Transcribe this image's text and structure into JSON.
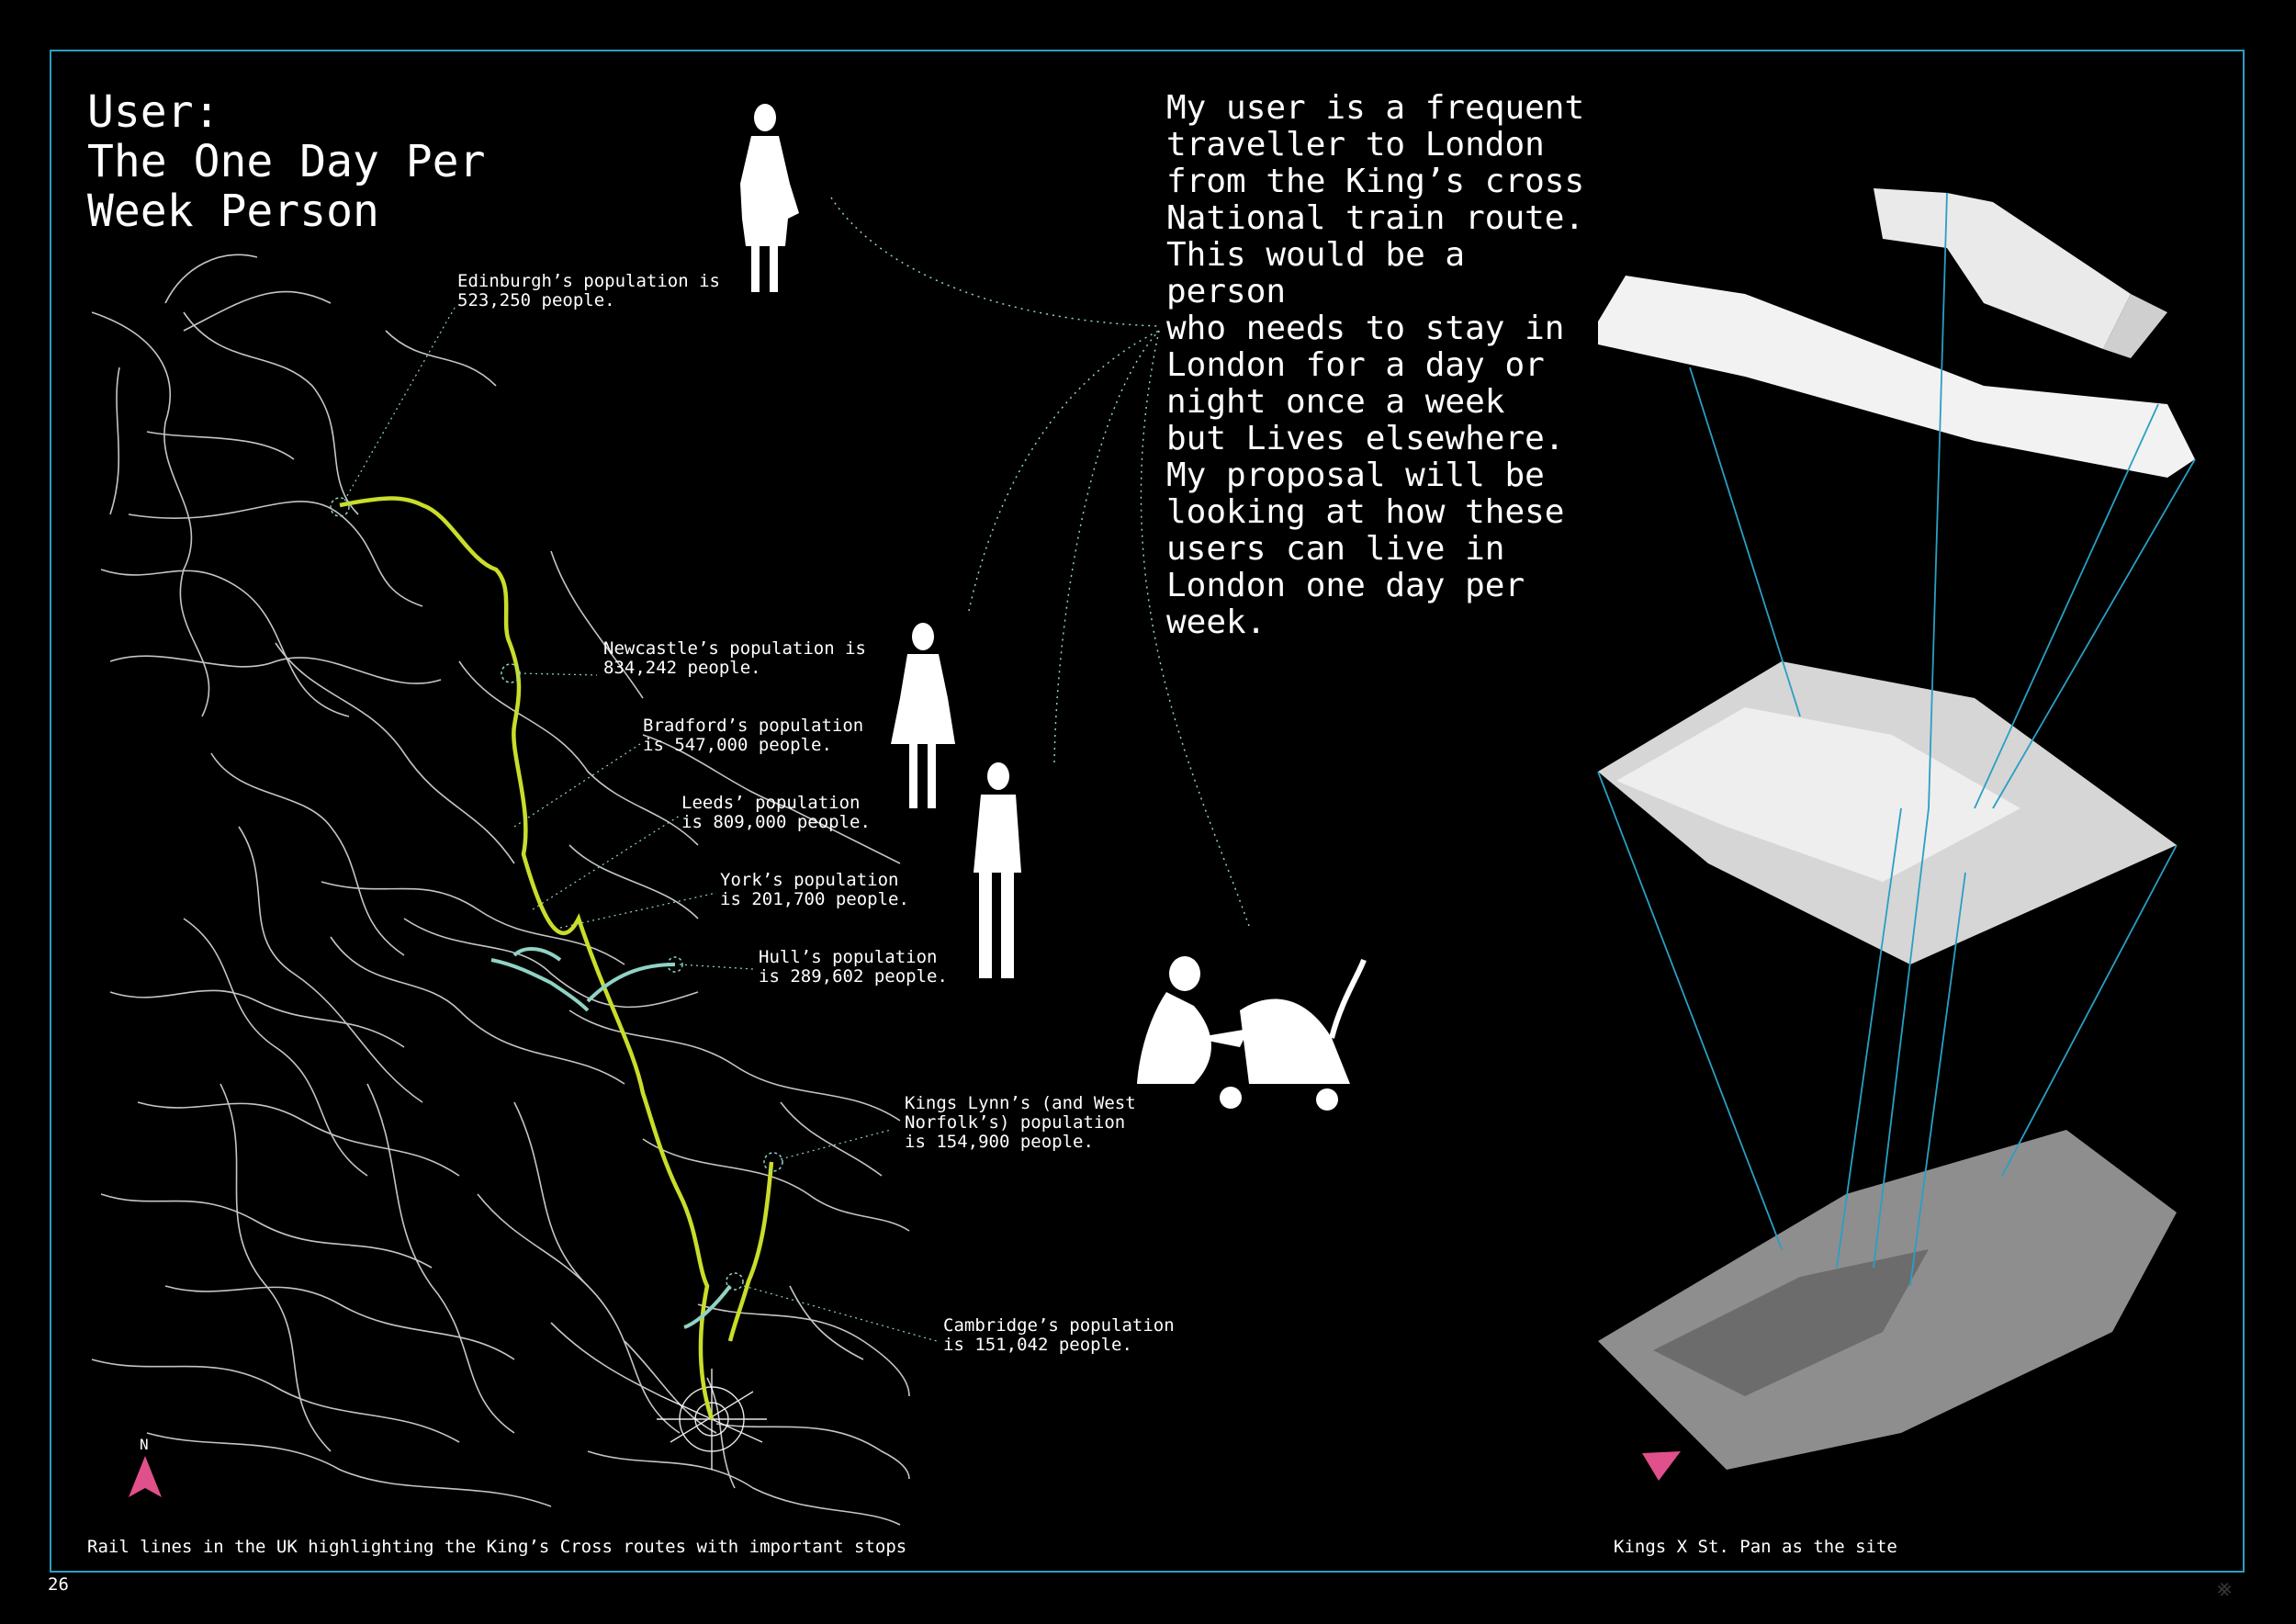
{
  "title": "User:\nThe One Day Per\nWeek Person",
  "description": "My user is a frequent\ntraveller to London\nfrom the King’s cross\nNational train route.\nThis would be a person\nwho needs to stay in\nLondon for a day or\nnight once a week\nbut Lives elsewhere.\nMy proposal will be\nlooking at how these\nusers can live in\nLondon one day per\nweek.",
  "labels": {
    "edinburgh": "Edinburgh’s population is\n523,250 people.",
    "newcastle": "Newcastle’s population is\n834,242 people.",
    "bradford": "Bradford’s population\nis 547,000 people.",
    "leeds": "Leeds’ population\nis 809,000 people.",
    "york": "York’s population\nis 201,700 people.",
    "hull": "Hull’s population\nis 289,602 people.",
    "kingslynn": "Kings Lynn’s (and West\nNorfolk’s) population\nis 154,900 people.",
    "cambridge": "Cambridge’s population\nis 151,042 people."
  },
  "captions": {
    "map": "Rail lines in the UK highlighting the King’s Cross routes with important stops",
    "site": "Kings X St. Pan as the site"
  },
  "north_label": "N",
  "page_number": "26",
  "colors": {
    "frame": "#2a9fc4",
    "main_route": "#c9dd2a",
    "branch_route": "#8fd3c4",
    "north_arrow": "#e0508a"
  }
}
